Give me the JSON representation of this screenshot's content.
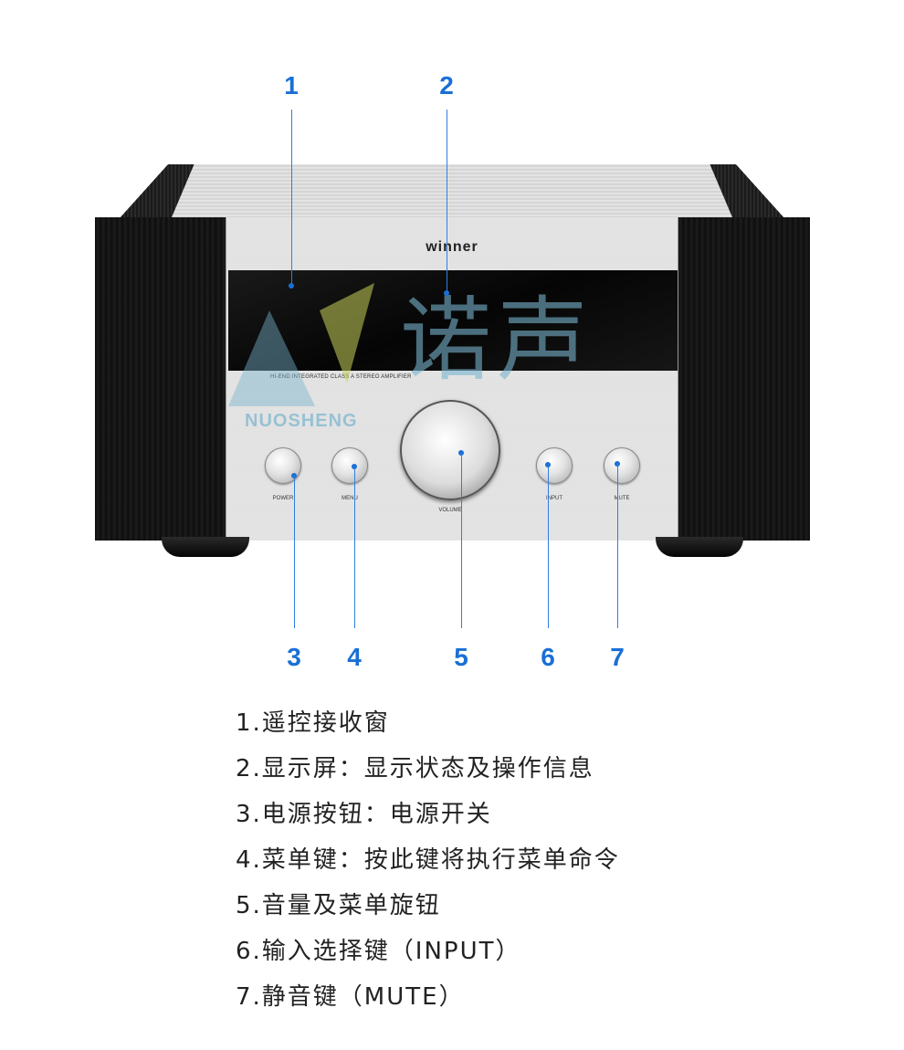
{
  "amplifier": {
    "brand": "winner",
    "subtitle": "HI-END INTEGRATED CLASS A STEREO AMPLIFIER",
    "buttons": [
      {
        "label": "POWER"
      },
      {
        "label": "MENU"
      },
      {
        "label": "VOLUME"
      },
      {
        "label": "INPUT"
      },
      {
        "label": "MUTE"
      }
    ]
  },
  "watermark": {
    "chinese": "诺声",
    "english": "NUOSHENG"
  },
  "callouts": [
    "1",
    "2",
    "3",
    "4",
    "5",
    "6",
    "7"
  ],
  "legend": [
    "1.遥控接收窗",
    "2.显示屏：显示状态及操作信息",
    "3.电源按钮：电源开关",
    "4.菜单键：按此键将执行菜单命令",
    "5.音量及菜单旋钮",
    "6.输入选择键（INPUT）",
    "7.静音键（MUTE）"
  ],
  "colors": {
    "callout": "#1a6fd6",
    "watermark": "#78b4cd"
  }
}
